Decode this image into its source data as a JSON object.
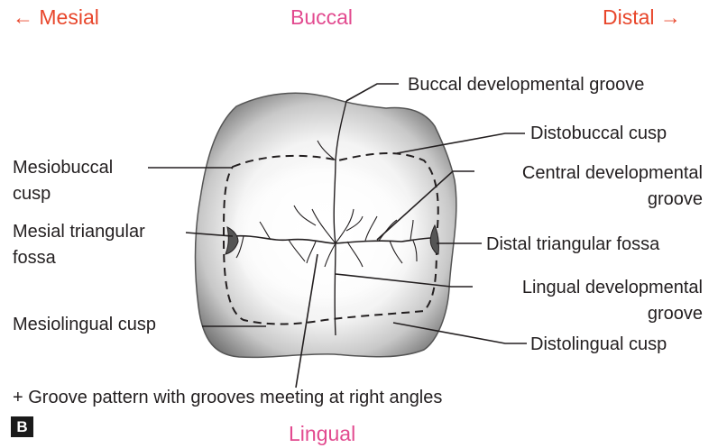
{
  "orientation": {
    "mesial": "← Mesial",
    "buccal": "Buccal",
    "distal": "Distal →",
    "lingual": "Lingual"
  },
  "labels": {
    "buccal_dev_groove": "Buccal developmental groove",
    "distobuccal_cusp": "Distobuccal cusp",
    "mesiobuccal_cusp": [
      "Mesiobuccal",
      "cusp"
    ],
    "central_dev_groove": [
      "Central developmental",
      "groove"
    ],
    "mesial_triangular_fossa": [
      "Mesial triangular",
      "fossa"
    ],
    "distal_triangular_fossa": "Distal triangular fossa",
    "lingual_dev_groove": [
      "Lingual developmental",
      "groove"
    ],
    "mesiolingual_cusp": "Mesiolingual cusp",
    "distolingual_cusp": "Distolingual cusp"
  },
  "caption": "+ Groove pattern with grooves meeting at right angles",
  "figure_letter": "B",
  "colors": {
    "mesial_distal": "#e8462b",
    "buccal_lingual": "#e24a8f",
    "text": "#231f20",
    "tooth_dark": "#7a7a7a",
    "tooth_light": "#ffffff"
  }
}
